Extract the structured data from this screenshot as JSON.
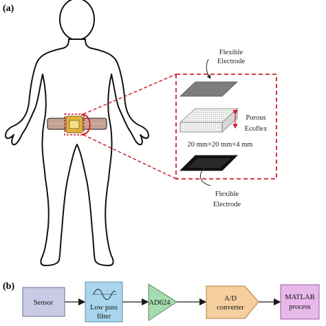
{
  "panel_a": {
    "label": "(a)",
    "top_electrode_label": [
      "Flexible",
      "Electrode"
    ],
    "porous_label": [
      "Porous",
      "Ecoflex"
    ],
    "dimension_label": "20 mm×20 mm×4 mm",
    "bottom_electrode_label": [
      "Flexible",
      "Electrode"
    ],
    "colors": {
      "dashed_box": "#d0202a",
      "belt": "#c9a89a",
      "top_electrode": "#7d7d7d",
      "bottom_electrode": "#111111"
    }
  },
  "panel_b": {
    "label": "(b)",
    "blocks": [
      {
        "text": [
          "Sensor"
        ],
        "shape": "rect",
        "fill": "#c9cbe6"
      },
      {
        "text": [
          "Low pass",
          "filter"
        ],
        "shape": "filter-rect",
        "fill": "#a9d6ee"
      },
      {
        "text": [
          "AD624"
        ],
        "shape": "triangle",
        "fill": "#a7dcb0"
      },
      {
        "text": [
          "A/D",
          "converter"
        ],
        "shape": "pentagon",
        "fill": "#f6cf9f"
      },
      {
        "text": [
          "MATLAB",
          "process"
        ],
        "shape": "rect",
        "fill": "#e7b8e9"
      }
    ]
  }
}
